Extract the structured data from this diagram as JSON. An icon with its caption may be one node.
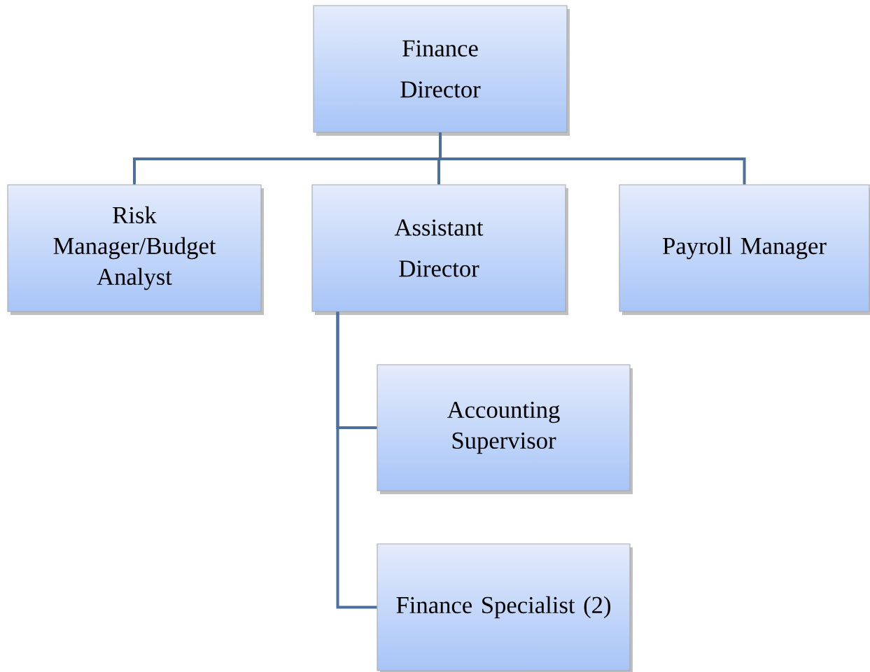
{
  "diagram": {
    "nodes": [
      {
        "text": [
          "Finance Director"
        ]
      },
      {
        "text": [
          "Risk Manager/Budget Analyst"
        ]
      },
      {
        "text": [
          "Assistant Director"
        ]
      },
      {
        "text": [
          "Payroll Manager"
        ]
      },
      {
        "text": [
          "Accounting Supervisor"
        ]
      },
      {
        "text": [
          "Finance Specialist (2)"
        ]
      }
    ],
    "edges": [
      {
        "from": 0,
        "to": 1,
        "arrow": "none"
      },
      {
        "from": 0,
        "to": 2,
        "arrow": "none"
      },
      {
        "from": 0,
        "to": 3,
        "arrow": "none"
      },
      {
        "from": 2,
        "to": 4,
        "arrow": "none"
      },
      {
        "from": 2,
        "to": 5,
        "arrow": "none"
      }
    ]
  }
}
